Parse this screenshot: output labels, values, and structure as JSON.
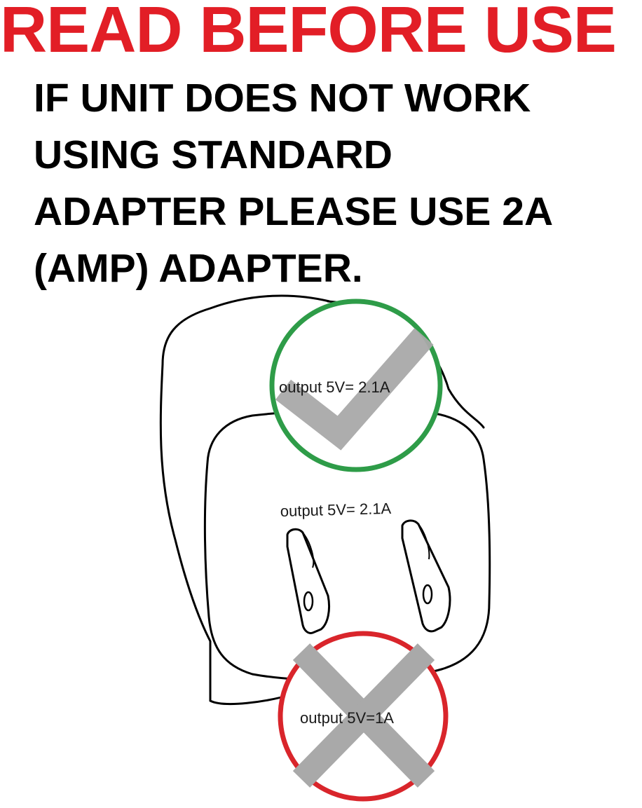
{
  "header": {
    "title": "READ BEFORE USE",
    "title_color": "#e21e26"
  },
  "notice": {
    "lines": [
      "IF UNIT DOES NOT WORK",
      "USING STANDARD",
      "ADAPTER PLEASE USE 2A",
      "(AMP) ADAPTER."
    ]
  },
  "illustration": {
    "adapter_label": "output 5V= 2.1A",
    "good": {
      "label": "output 5V= 2.1A",
      "icon": "checkmark-icon",
      "ring_color": "#2e9c48"
    },
    "bad": {
      "label": "output 5V=1A",
      "icon": "cross-icon",
      "ring_color": "#d9252b"
    },
    "mark_color": "#a9a9a9"
  }
}
